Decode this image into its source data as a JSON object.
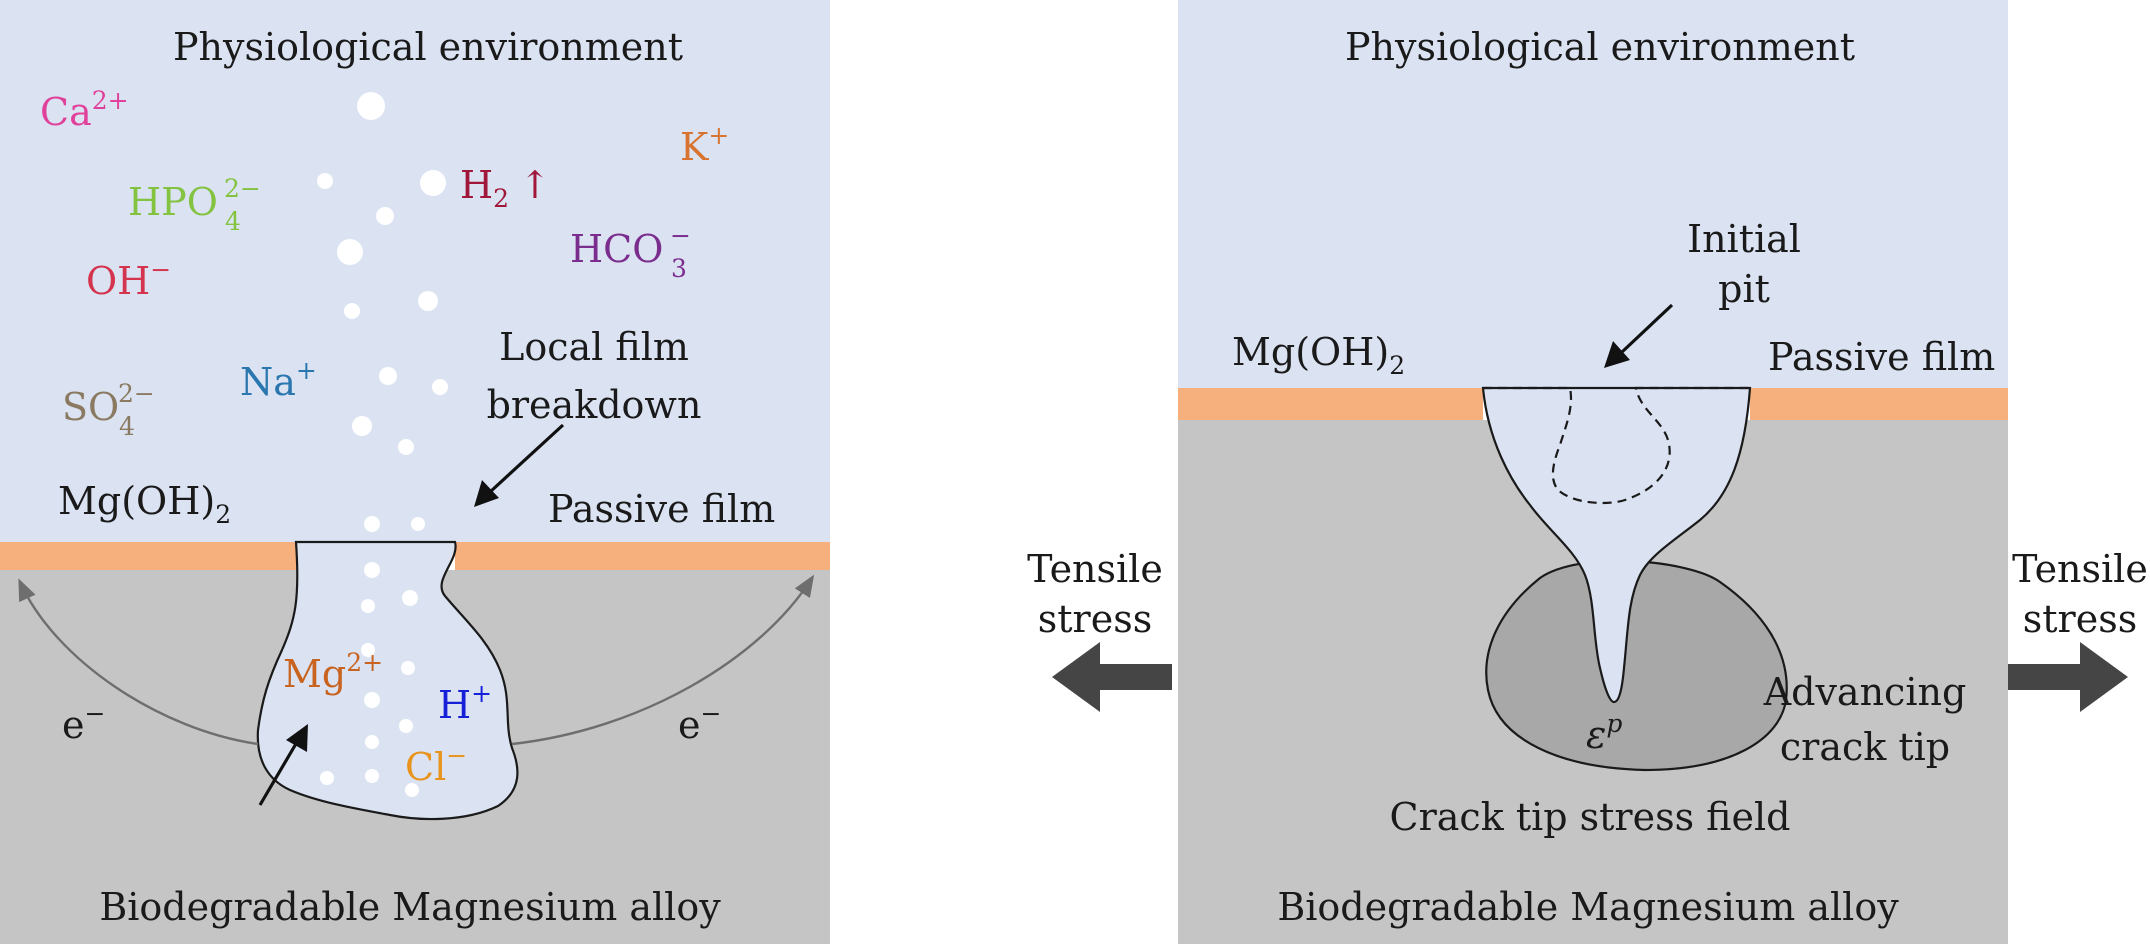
{
  "left_panel": {
    "environment_label": "Physiological environment",
    "alloy_label": "Biodegradable Magnesium alloy",
    "film_compound": {
      "base": "Mg(OH)",
      "sub": "2"
    },
    "passive_film_label": "Passive film",
    "breakdown_label_line1": "Local film",
    "breakdown_label_line2": "breakdown",
    "ions": {
      "ca": {
        "base": "Ca",
        "sup": "2+",
        "color": "#e0419a"
      },
      "hpo4": {
        "base": "HPO",
        "sup": "2−",
        "sub": "4",
        "color": "#84c341"
      },
      "oh": {
        "base": "OH",
        "sup": "−",
        "color": "#d5344f"
      },
      "so4": {
        "base": "SO",
        "sup": "2−",
        "sub": "4",
        "color": "#8a7a62"
      },
      "na": {
        "base": "Na",
        "sup": "+",
        "color": "#2a76ae"
      },
      "h2": {
        "base": "H",
        "sub": "2",
        "arrow": "↑",
        "color": "#a0173a"
      },
      "k": {
        "base": "K",
        "sup": "+",
        "color": "#d8742f"
      },
      "hco3": {
        "base": "HCO",
        "sup": "−",
        "sub": "3",
        "color": "#7b2d8e"
      },
      "mg": {
        "base": "Mg",
        "sup": "2+",
        "color": "#c86420"
      },
      "h": {
        "base": "H",
        "sup": "+",
        "color": "#1520d8"
      },
      "cl": {
        "base": "Cl",
        "sup": "−",
        "color": "#e8931c"
      }
    },
    "electron_left": {
      "base": "e",
      "sup": "−"
    },
    "electron_right": {
      "base": "e",
      "sup": "−"
    }
  },
  "right_panel": {
    "environment_label": "Physiological environment",
    "alloy_label": "Biodegradable Magnesium alloy",
    "film_compound": {
      "base": "Mg(OH)",
      "sub": "2"
    },
    "passive_film_label": "Passive film",
    "initial_pit_line1": "Initial",
    "initial_pit_line2": "pit",
    "advancing_line1": "Advancing",
    "advancing_line2": "crack tip",
    "stress_field_label": "Crack tip stress field",
    "plastic_strain": {
      "base": "ε",
      "sup": "p"
    },
    "tensile_left_line1": "Tensile",
    "tensile_left_line2": "stress",
    "tensile_right_line1": "Tensile",
    "tensile_right_line2": "stress"
  },
  "colors": {
    "environment": "#dbe3f3",
    "film": "#f5b07e",
    "alloy": "#c5c5c5",
    "pit_fill": "#dbe3f3",
    "zone_fill": "#a8a8a8",
    "arrow_dark": "#454545"
  }
}
